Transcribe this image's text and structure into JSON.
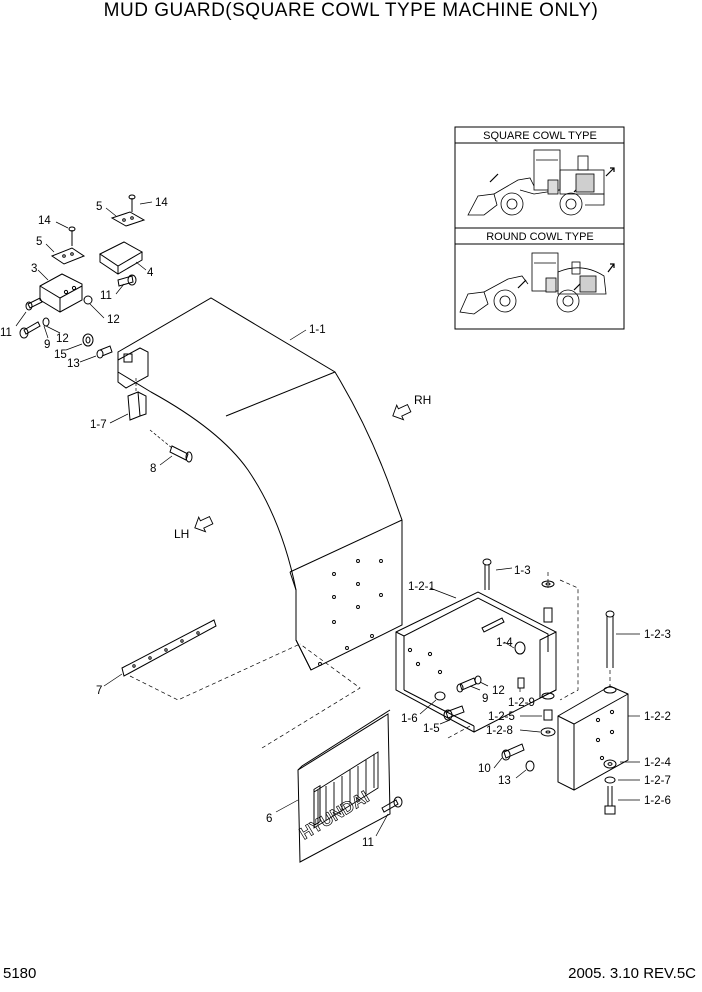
{
  "title": "MUD GUARD(SQUARE COWL TYPE MACHINE ONLY)",
  "page_number": "5180",
  "revision": "2005. 3.10  REV.5C",
  "inset": {
    "square_label": "SQUARE COWL TYPE",
    "round_label": "ROUND COWL TYPE"
  },
  "directions": {
    "rh": "RH",
    "lh": "LH"
  },
  "mudflap_brand": "HYUNDAI",
  "callouts": {
    "c14a": "14",
    "c5a": "5",
    "c3": "3",
    "c11a": "11",
    "c9a": "9",
    "c12a": "12",
    "c14b": "14",
    "c5b": "5",
    "c4": "4",
    "c11b": "11",
    "c12b": "12",
    "c15": "15",
    "c13a": "13",
    "c1_1": "1-1",
    "c1_7": "1-7",
    "c8": "8",
    "c1_3": "1-3",
    "c1_2_1": "1-2-1",
    "c1_4": "1-4",
    "c1_2_3": "1-2-3",
    "c12c": "12",
    "c9b": "9",
    "c1_2_9": "1-2-9",
    "c1_6": "1-6",
    "c1_5": "1-5",
    "c1_2_5": "1-2-5",
    "c1_2_2": "1-2-2",
    "c1_2_8": "1-2-8",
    "c1_2_4": "1-2-4",
    "c10": "10",
    "c13b": "13",
    "c1_2_7": "1-2-7",
    "c1_2_6": "1-2-6",
    "c7": "7",
    "c6": "6",
    "c11c": "11"
  }
}
